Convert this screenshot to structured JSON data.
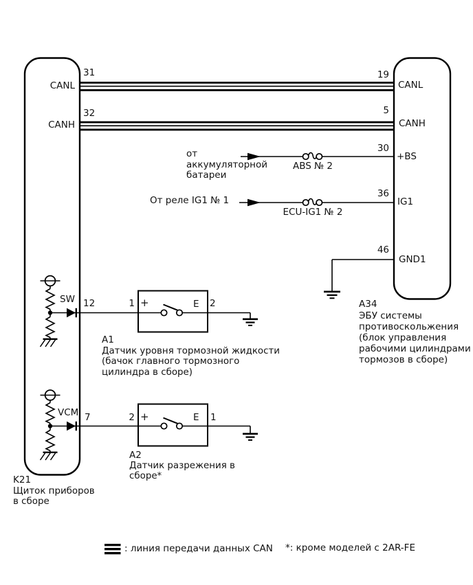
{
  "colors": {
    "line": "#000000",
    "background": "#ffffff"
  },
  "connectors": {
    "k21": {
      "id": "K21",
      "name": "Щиток приборов\nв сборе",
      "pin31": "31",
      "pin32": "32",
      "pin12": "12",
      "pin7": "7",
      "canl": "CANL",
      "canh": "CANH",
      "sw": "SW",
      "vcm": "VCM"
    },
    "a34": {
      "id": "A34",
      "name": "ЭБУ системы\nпротивоскольжения\n(блок управления\nрабочими цилиндрами\nтормозов в сборе)",
      "pin19": "19",
      "pin5": "5",
      "pin30": "30",
      "pin36": "36",
      "pin46": "46",
      "canl": "CANL",
      "canh": "CANH",
      "bs": "+BS",
      "ig1": "IG1",
      "gnd1": "GND1"
    }
  },
  "components": {
    "a1": {
      "id": "A1",
      "name": "Датчик уровня тормозной жидкости\n(бачок главного тормозного\nцилиндра в сборе)",
      "pin_left": "1",
      "pin_right": "2",
      "plus": "+",
      "e": "E"
    },
    "a2": {
      "id": "A2",
      "name": "Датчик разрежения в\nсборе*",
      "pin_left": "2",
      "pin_right": "1",
      "plus": "+",
      "e": "E"
    }
  },
  "sources": {
    "battery": "от\nаккумуляторной\nбатареи",
    "ig1_relay": "От реле IG1 № 1"
  },
  "fuses": {
    "abs2": "ABS № 2",
    "ecu_ig1": "ECU-IG1 № 2"
  },
  "legend": {
    "can_line": ": линия передачи данных CAN",
    "note": "*: кроме моделей с 2AR-FE"
  }
}
